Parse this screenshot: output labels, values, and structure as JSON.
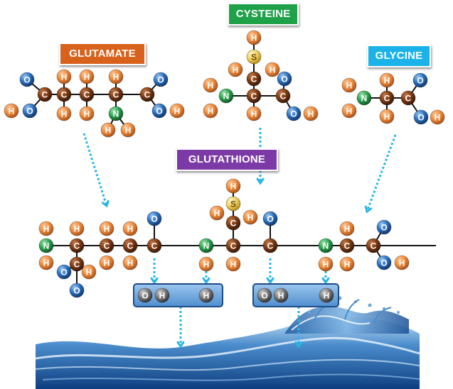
{
  "labels": {
    "glutamate": "GLUTAMATE",
    "cysteine": "CYSTEINE",
    "glycine": "GLYCINE",
    "glutathione": "GLUTATHIONE"
  },
  "colors": {
    "glutamate": "#d8621c",
    "cysteine": "#1fa14a",
    "glycine": "#1ab2e8",
    "glutathione": "#7b3aa6",
    "carbon": "#7a3a14",
    "hydrogen": "#ee8a3a",
    "oxygen": "#2a6fbf",
    "nitrogen": "#2aa24c",
    "sulfur": "#f0d060",
    "water_atom": "#8a8a8a",
    "arrow": "#29b6e6",
    "water_box": "#6ea6dc"
  },
  "atoms": {
    "carbon": "C",
    "hydrogen": "H",
    "oxygen": "O",
    "nitrogen": "N",
    "sulfur": "S"
  },
  "icons": [
    "dotted-arrow-icon",
    "water-splash-icon"
  ]
}
